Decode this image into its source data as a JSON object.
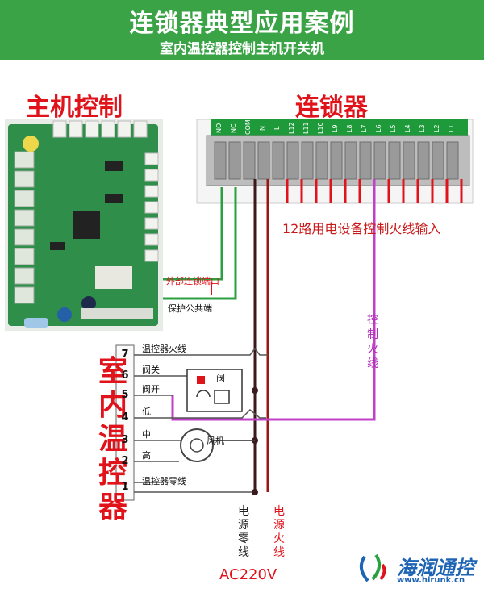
{
  "header": {
    "title": "连锁器典型应用案例",
    "subtitle": "室内温控器控制主机开关机"
  },
  "labels": {
    "host_control": "主机控制",
    "interlock": "连锁器",
    "input_12": "12路用电设备控制火线输入",
    "ext_port": "外部连锁端口",
    "protect_common": "保护公共端",
    "control_live": [
      "控",
      "制",
      "火",
      "线"
    ],
    "thermostat": [
      "室",
      "内",
      "温",
      "控",
      "器"
    ],
    "neutral": [
      "电",
      "源",
      "零",
      "线"
    ],
    "live": [
      "电",
      "源",
      "火",
      "线"
    ],
    "ac": "AC220V",
    "valve": "阀",
    "fan": "风机"
  },
  "terminal_labels": [
    "NO",
    "NC",
    "COM",
    "N",
    "L",
    "L12",
    "L11",
    "L10",
    "L9",
    "L8",
    "L7",
    "L6",
    "L5",
    "L4",
    "L3",
    "L2",
    "L1"
  ],
  "thermostat_rows": [
    {
      "num": "7",
      "label": "温控器火线"
    },
    {
      "num": "6",
      "label": "阀关"
    },
    {
      "num": "5",
      "label": "阀开"
    },
    {
      "num": "4",
      "label": "低"
    },
    {
      "num": "3",
      "label": "中"
    },
    {
      "num": "2",
      "label": "高"
    },
    {
      "num": "1",
      "label": "温控器零线"
    }
  ],
  "brand": {
    "name": "海润通控",
    "url": "www.hirunk.cn"
  },
  "colors": {
    "green": "#3aa345",
    "red": "#e0131b",
    "purple": "#c040c8",
    "dark": "#3a1a1a",
    "pcb": "#2f8f4a"
  }
}
